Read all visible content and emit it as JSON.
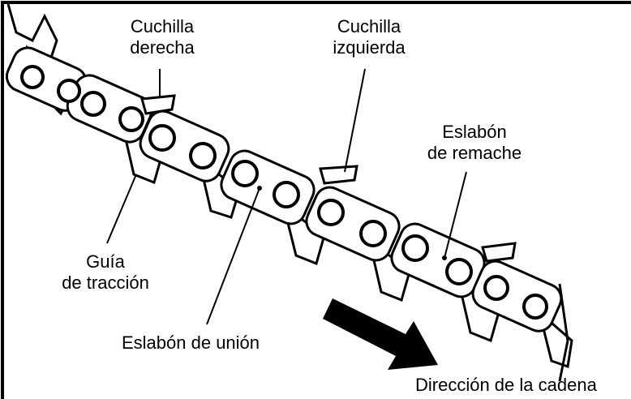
{
  "labels": {
    "right_cutter": [
      "Cuchilla",
      "derecha"
    ],
    "left_cutter": [
      "Cuchilla",
      "izquierda"
    ],
    "rivet_link": [
      "Eslabón",
      "de remache"
    ],
    "drive_link": [
      "Guía",
      "de tracción"
    ],
    "tie_strap": "Eslabón de unión",
    "chain_direction": "Dirección de la cadena"
  },
  "colors": {
    "ink": "#000000",
    "link_fill": "#ffffff",
    "arrow": "#000000"
  },
  "icons": {
    "direction_arrow": "arrow-down-right-icon"
  }
}
